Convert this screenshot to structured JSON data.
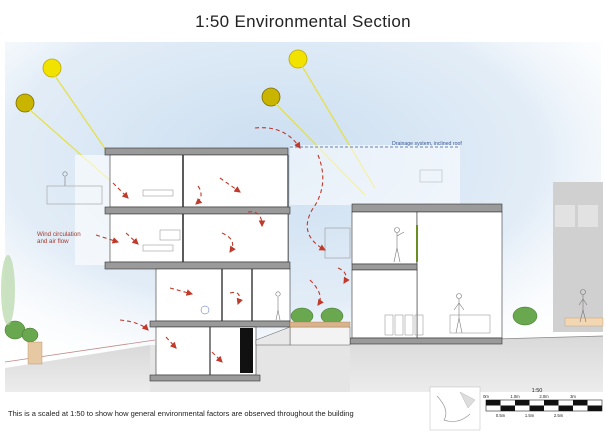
{
  "title": "1:50 Environmental Section",
  "annotations": {
    "drainage": "Drainage system, inclined roof",
    "wind_line1": "Wind circulation",
    "wind_line2": "and air flow"
  },
  "scale_bar": {
    "label": "1:50",
    "top_ticks": [
      "0m",
      "1.0m",
      "2.0m",
      "3m"
    ],
    "bottom_ticks": [
      "0.5m",
      "1.5m",
      "2.5m"
    ]
  },
  "caption": "This is a scaled at 1:50 to show how general environmental factors are observed throughout the building",
  "colors": {
    "sun": "#f2e200",
    "sun_outline": "#b8a800",
    "sun_dark": "#c9b400",
    "sun_ray": "#e6e04a",
    "wind_arrow": "#c0392b",
    "sky": "#cfe2f3",
    "ground": "#d6d6d6",
    "hedge": "#6aa84f",
    "drainage_line": "#3d5a99"
  }
}
